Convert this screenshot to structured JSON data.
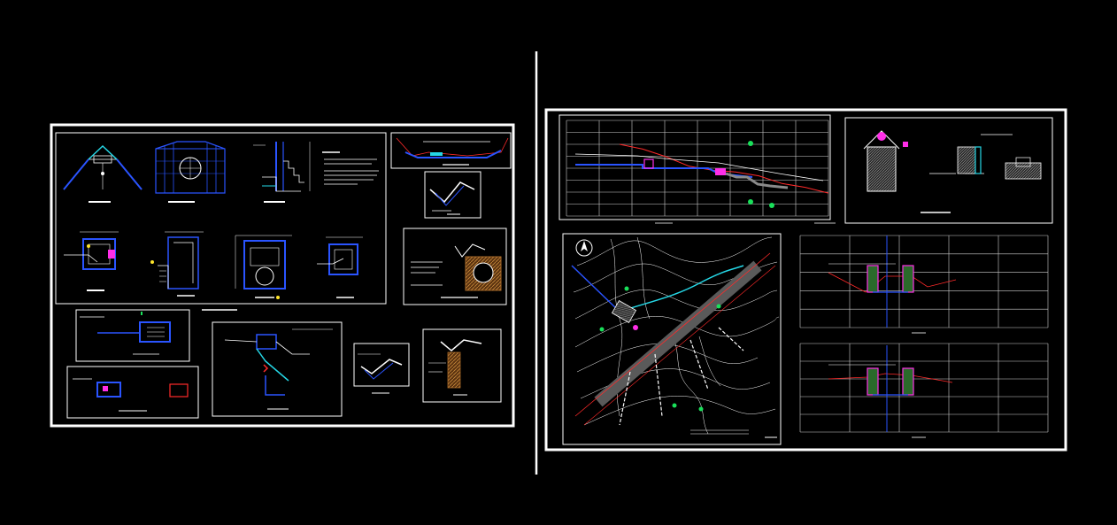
{
  "colors": {
    "background": "#000000",
    "frame": "#ffffff",
    "line": "#ffffff",
    "grid": "#cfcfcf",
    "blue": "#2a54ff",
    "cyan": "#25d7e6",
    "red": "#ff2a2a",
    "green": "#19e05a",
    "magenta": "#ff2ee8",
    "yellow": "#ffe52a",
    "brown": "#a86a2a",
    "gray": "#8a8a8a"
  },
  "sheets": [
    {
      "id": "left-sheet",
      "panels": [
        "main-detail-panel",
        "notes-panel",
        "small-section-top",
        "small-section-mid",
        "legend-panel",
        "plan-view-a",
        "plan-view-b",
        "profile-detail",
        "slope-detail",
        "slope-detail-b"
      ]
    },
    {
      "id": "right-sheet",
      "panels": [
        "longitudinal-profile",
        "structure-detail",
        "topographic-plan",
        "cross-section-1",
        "cross-section-2"
      ]
    }
  ],
  "profile": {
    "rows": 8,
    "cols": 8,
    "ground_curve": [
      0.25,
      0.3,
      0.38,
      0.48,
      0.52,
      0.54,
      0.58,
      0.66,
      0.7,
      0.76
    ]
  },
  "cross_sections": [
    {
      "rows": 5,
      "cols": 5
    },
    {
      "rows": 5,
      "cols": 5
    }
  ]
}
